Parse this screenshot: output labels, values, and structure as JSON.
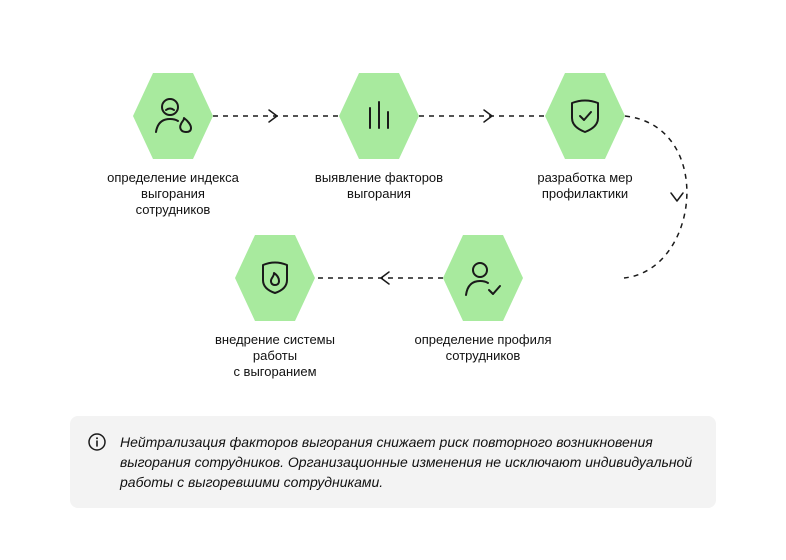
{
  "steps": [
    {
      "id": 1,
      "label": "определение индекса\nвыгорания\nсотрудников",
      "icon": "user-fire-icon"
    },
    {
      "id": 2,
      "label": "выявление факторов\nвыгорания",
      "icon": "bar-chart-icon"
    },
    {
      "id": 3,
      "label": "разработка мер\nпрофилактики",
      "icon": "shield-check-icon"
    },
    {
      "id": 4,
      "label": "определение профиля\nсотрудников",
      "icon": "user-check-icon"
    },
    {
      "id": 5,
      "label": "внедрение системы\nработы\nс выгоранием",
      "icon": "shield-fire-icon"
    }
  ],
  "note": {
    "icon": "info-icon",
    "text": "Нейтрализация факторов выгорания снижает риск повторного возникновения выгорания сотрудников. Организационные изменения не исключают индивидуальной работы с выгоревшими сотрудниками."
  },
  "colors": {
    "hex_fill": "#a8ea9e",
    "note_bg": "#f3f3f3",
    "line": "#1a1a1a"
  }
}
